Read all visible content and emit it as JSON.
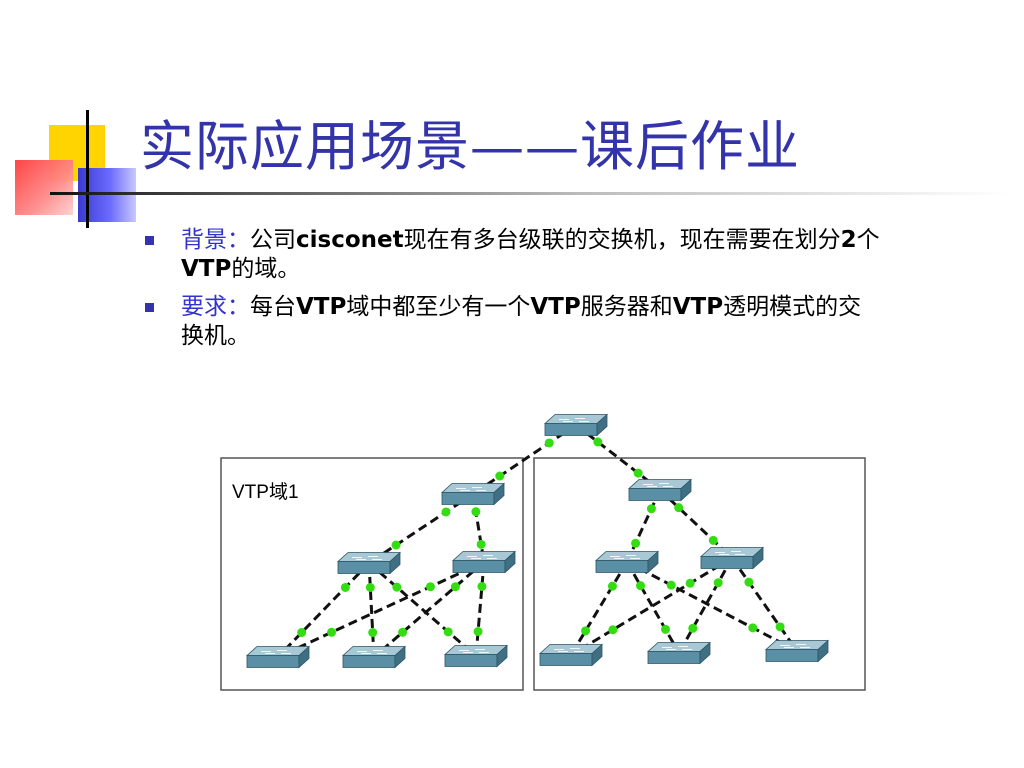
{
  "slide": {
    "title": "实际应用场景——课后作业",
    "bullets": [
      {
        "label": "背景：",
        "parts": [
          {
            "text": "公司",
            "bold": false
          },
          {
            "text": "cisconet",
            "bold": true
          },
          {
            "text": "现在有多台级联的交换机，现在需要在划分",
            "bold": false
          },
          {
            "text": "2",
            "bold": true
          },
          {
            "text": "个",
            "bold": false
          },
          {
            "text": "VTP",
            "bold": true
          },
          {
            "text": "的域。",
            "bold": false
          }
        ]
      },
      {
        "label": "要求：",
        "parts": [
          {
            "text": "每台",
            "bold": false
          },
          {
            "text": "VTP",
            "bold": true
          },
          {
            "text": "域中都至少有一个",
            "bold": false
          },
          {
            "text": "VTP",
            "bold": true
          },
          {
            "text": "服务器和",
            "bold": false
          },
          {
            "text": "VTP",
            "bold": true
          },
          {
            "text": "透明模式的交换机。",
            "bold": false
          }
        ]
      }
    ]
  },
  "diagram": {
    "domain1_label": "VTP域1",
    "icon": "network-switch-icon",
    "colors": {
      "switch_top": "#a8c8d6",
      "switch_front": "#5b8fa5",
      "switch_side": "#3f6f82",
      "link": "#111111",
      "port": "#33dd11",
      "box_border": "#555555"
    }
  }
}
